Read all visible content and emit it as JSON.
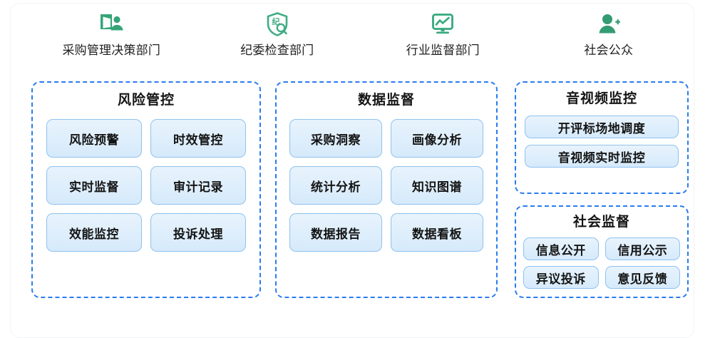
{
  "actors": [
    {
      "label": "采购管理决策部门",
      "icon": "presenter-board-person-icon",
      "color": "#34a577"
    },
    {
      "label": "纪委检查部门",
      "icon": "shield-inspect-icon",
      "color": "#3fad84"
    },
    {
      "label": "行业监督部门",
      "icon": "monitor-chart-icon",
      "color": "#35a87d"
    },
    {
      "label": "社会公众",
      "icon": "user-plus-icon",
      "color": "#339c72"
    }
  ],
  "panels": {
    "risk": {
      "title": "风险管控",
      "items": [
        "风险预警",
        "时效管控",
        "实时监督",
        "审计记录",
        "效能监控",
        "投诉处理"
      ]
    },
    "data": {
      "title": "数据监督",
      "items": [
        "采购洞察",
        "画像分析",
        "统计分析",
        "知识图谱",
        "数据报告",
        "数据看板"
      ]
    },
    "audio_video": {
      "title": "音视频监控",
      "items": [
        "开评标场地调度",
        "音视频实时监控"
      ]
    },
    "social": {
      "title": "社会监督",
      "items": [
        "信息公开",
        "信用公示",
        "异议投诉",
        "意见反馈"
      ]
    }
  },
  "colors": {
    "panel_border": "#2a7bef",
    "chip_border": "#8ec2ef",
    "chip_fill_top": "#e8f3fc",
    "chip_fill_bottom": "#d6eafb",
    "icon_green": "#34a577",
    "text": "#141414",
    "background": "#ffffff"
  }
}
